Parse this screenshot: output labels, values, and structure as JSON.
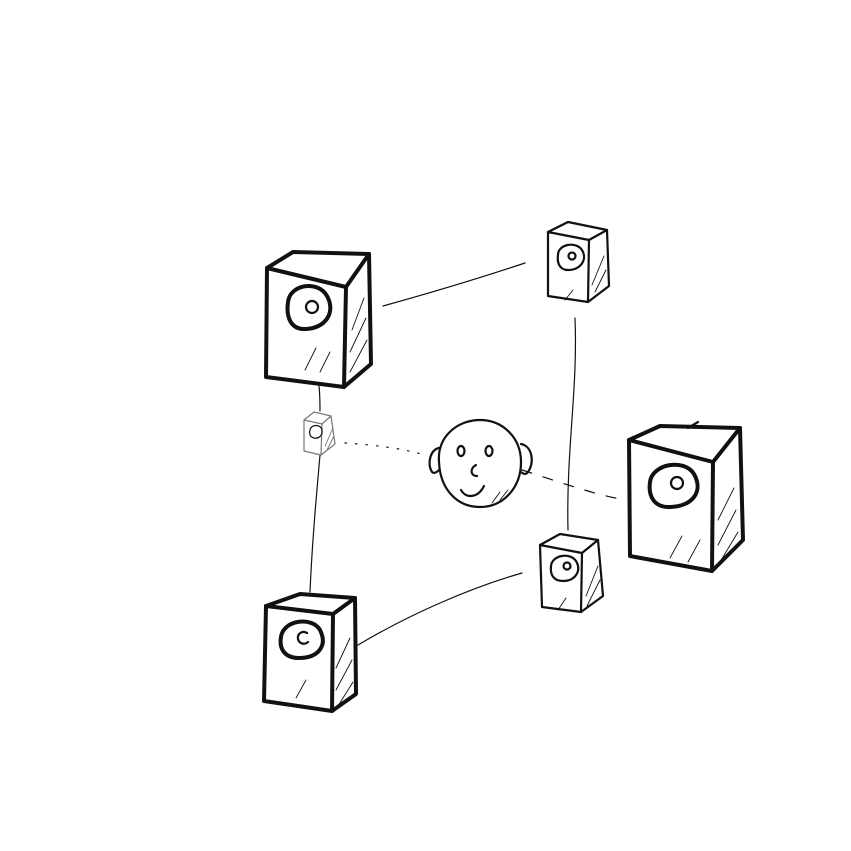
{
  "diagram": {
    "nodes": [
      {
        "id": "speaker-top-left",
        "kind": "speaker"
      },
      {
        "id": "speaker-top-right",
        "kind": "speaker"
      },
      {
        "id": "speaker-mid-left",
        "kind": "speaker"
      },
      {
        "id": "speaker-right",
        "kind": "speaker"
      },
      {
        "id": "speaker-bottom-left",
        "kind": "speaker"
      },
      {
        "id": "speaker-bottom-right",
        "kind": "speaker"
      },
      {
        "id": "listener",
        "kind": "listener-head"
      }
    ],
    "connections": [
      {
        "from": "speaker-top-left",
        "to": "speaker-top-right",
        "style": "solid"
      },
      {
        "from": "speaker-top-left",
        "to": "speaker-mid-left",
        "style": "solid"
      },
      {
        "from": "speaker-mid-left",
        "to": "speaker-bottom-left",
        "style": "solid"
      },
      {
        "from": "speaker-bottom-left",
        "to": "speaker-bottom-right",
        "style": "solid"
      },
      {
        "from": "speaker-top-right",
        "to": "speaker-bottom-right",
        "style": "solid"
      },
      {
        "from": "speaker-mid-left",
        "to": "listener",
        "style": "dotted"
      },
      {
        "from": "listener",
        "to": "speaker-right",
        "style": "dashed"
      }
    ],
    "colors": {
      "ink": "#111111",
      "faint_ink": "#777777",
      "background": "#ffffff"
    }
  }
}
